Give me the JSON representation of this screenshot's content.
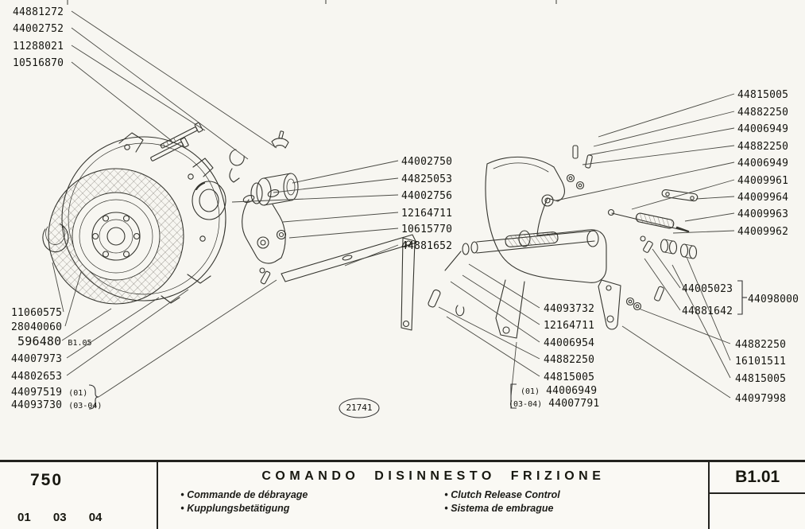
{
  "figure": {
    "code": "21741"
  },
  "labels": {
    "top_left": [
      "44881272",
      "44002752",
      "11288021",
      "10516870"
    ],
    "upper_right": [
      "44815005",
      "44882250",
      "44006949",
      "44882250",
      "44006949",
      "44009961",
      "44009964",
      "44009963",
      "44009962"
    ],
    "center": [
      "44002750",
      "44825053",
      "44002756",
      "12164711",
      "10615770",
      "44881652"
    ],
    "lower_left": [
      "11060575",
      "28040060"
    ],
    "cross_ref": {
      "number": "596480",
      "page": "B1.05"
    },
    "lower_left2": [
      "44007973",
      "44802653"
    ],
    "lower_left_variants": [
      {
        "number": "44097519",
        "variant": "(01)"
      },
      {
        "number": "44093730",
        "variant": "(03-04)"
      }
    ],
    "lower_center": [
      "44093732",
      "12164711",
      "44006954",
      "44882250",
      "44815005"
    ],
    "lower_center_variants": [
      {
        "variant": "(01)",
        "number": "44006949"
      },
      {
        "variant": "(03-04)",
        "number": "44007791"
      }
    ],
    "right_group": {
      "members": [
        "44005023",
        "44881642"
      ],
      "assembly": "44098000"
    },
    "lower_right": [
      "44882250",
      "16101511",
      "44815005",
      "44097998"
    ]
  },
  "title_block": {
    "model": "750",
    "section_codes": "01 03 04",
    "title": "COMANDO DISINNESTO FRIZIONE",
    "subtitles_left": [
      "Commande de débrayage",
      "Kupplungsbetätigung"
    ],
    "subtitles_right": [
      "Clutch Release Control",
      "Sistema de embrague"
    ],
    "page_ref": "B1.01"
  }
}
